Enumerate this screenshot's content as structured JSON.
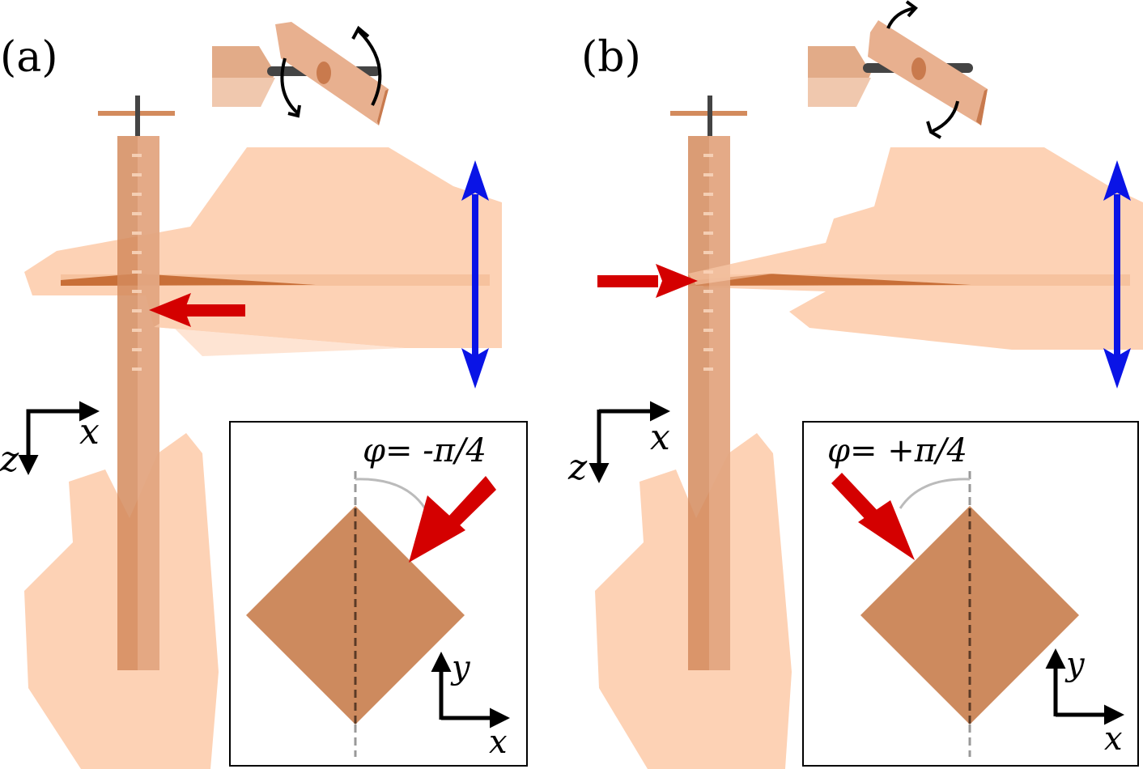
{
  "panels": [
    {
      "label": "(a)",
      "phi_label": "φ= -π/4",
      "axis_main": {
        "horizontal": "x",
        "vertical": "z"
      },
      "axis_inset": {
        "horizontal": "x",
        "vertical": "y"
      }
    },
    {
      "label": "(b)",
      "phi_label": "φ= +π/4",
      "axis_main": {
        "horizontal": "x",
        "vertical": "z"
      },
      "axis_inset": {
        "horizontal": "x",
        "vertical": "y"
      }
    }
  ],
  "colors": {
    "skin": "#fdd2b5",
    "dart_body": "#c8825a",
    "dart_light": "#e2ab88",
    "flight": "#d38b5d",
    "card": "#cd8a5e",
    "impact_arrow": "#d40000",
    "motion_arrow": "#0a14e6",
    "rotation_arrow": "#000000",
    "shaft": "#444444"
  },
  "icons": {
    "rotation": "curved-rotation-arrow-icon",
    "motion": "double-headed-vertical-arrow-icon",
    "impact": "red-impact-arrow-icon"
  }
}
